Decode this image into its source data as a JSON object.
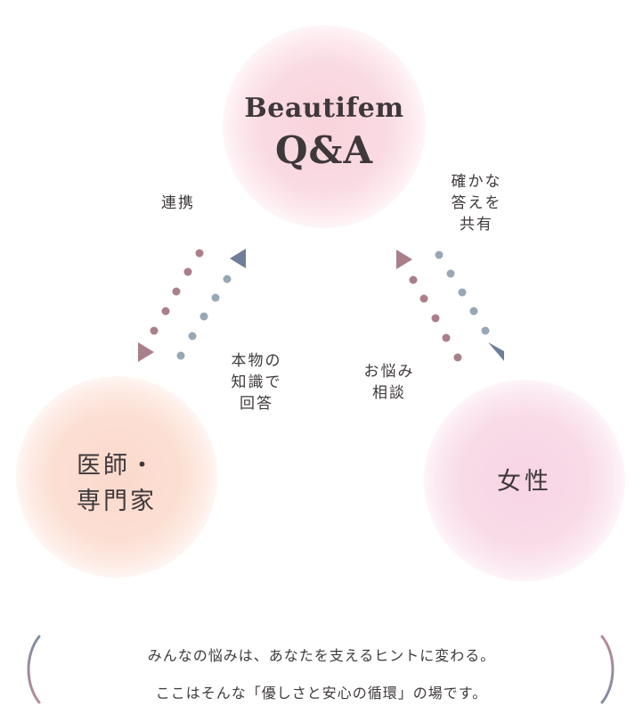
{
  "nodes": {
    "top": {
      "brand": "Beautifem",
      "title": "Q&A"
    },
    "left": {
      "line1": "医師・",
      "line2": "専門家"
    },
    "right": {
      "label": "女性"
    }
  },
  "edges": {
    "renkei": [
      "連携"
    ],
    "tashika": [
      "確かな",
      "答えを",
      "共有"
    ],
    "honmono": [
      "本物の",
      "知識で",
      "回答"
    ],
    "onayami": [
      "お悩み",
      "相談"
    ]
  },
  "message": {
    "line1": "みんなの悩みは、あなたを支えるヒントに変わる。",
    "line2": "ここはそんな「優しさと安心の循環」の場です。"
  },
  "colors": {
    "mauve": "#a97f8a",
    "slate_blue": "#6e7f97",
    "gray_blue": "#98a7b5",
    "top_pink": "#f9d3dc",
    "left_peach": "#fbd9cc",
    "right_pink": "#f7d4e4"
  }
}
